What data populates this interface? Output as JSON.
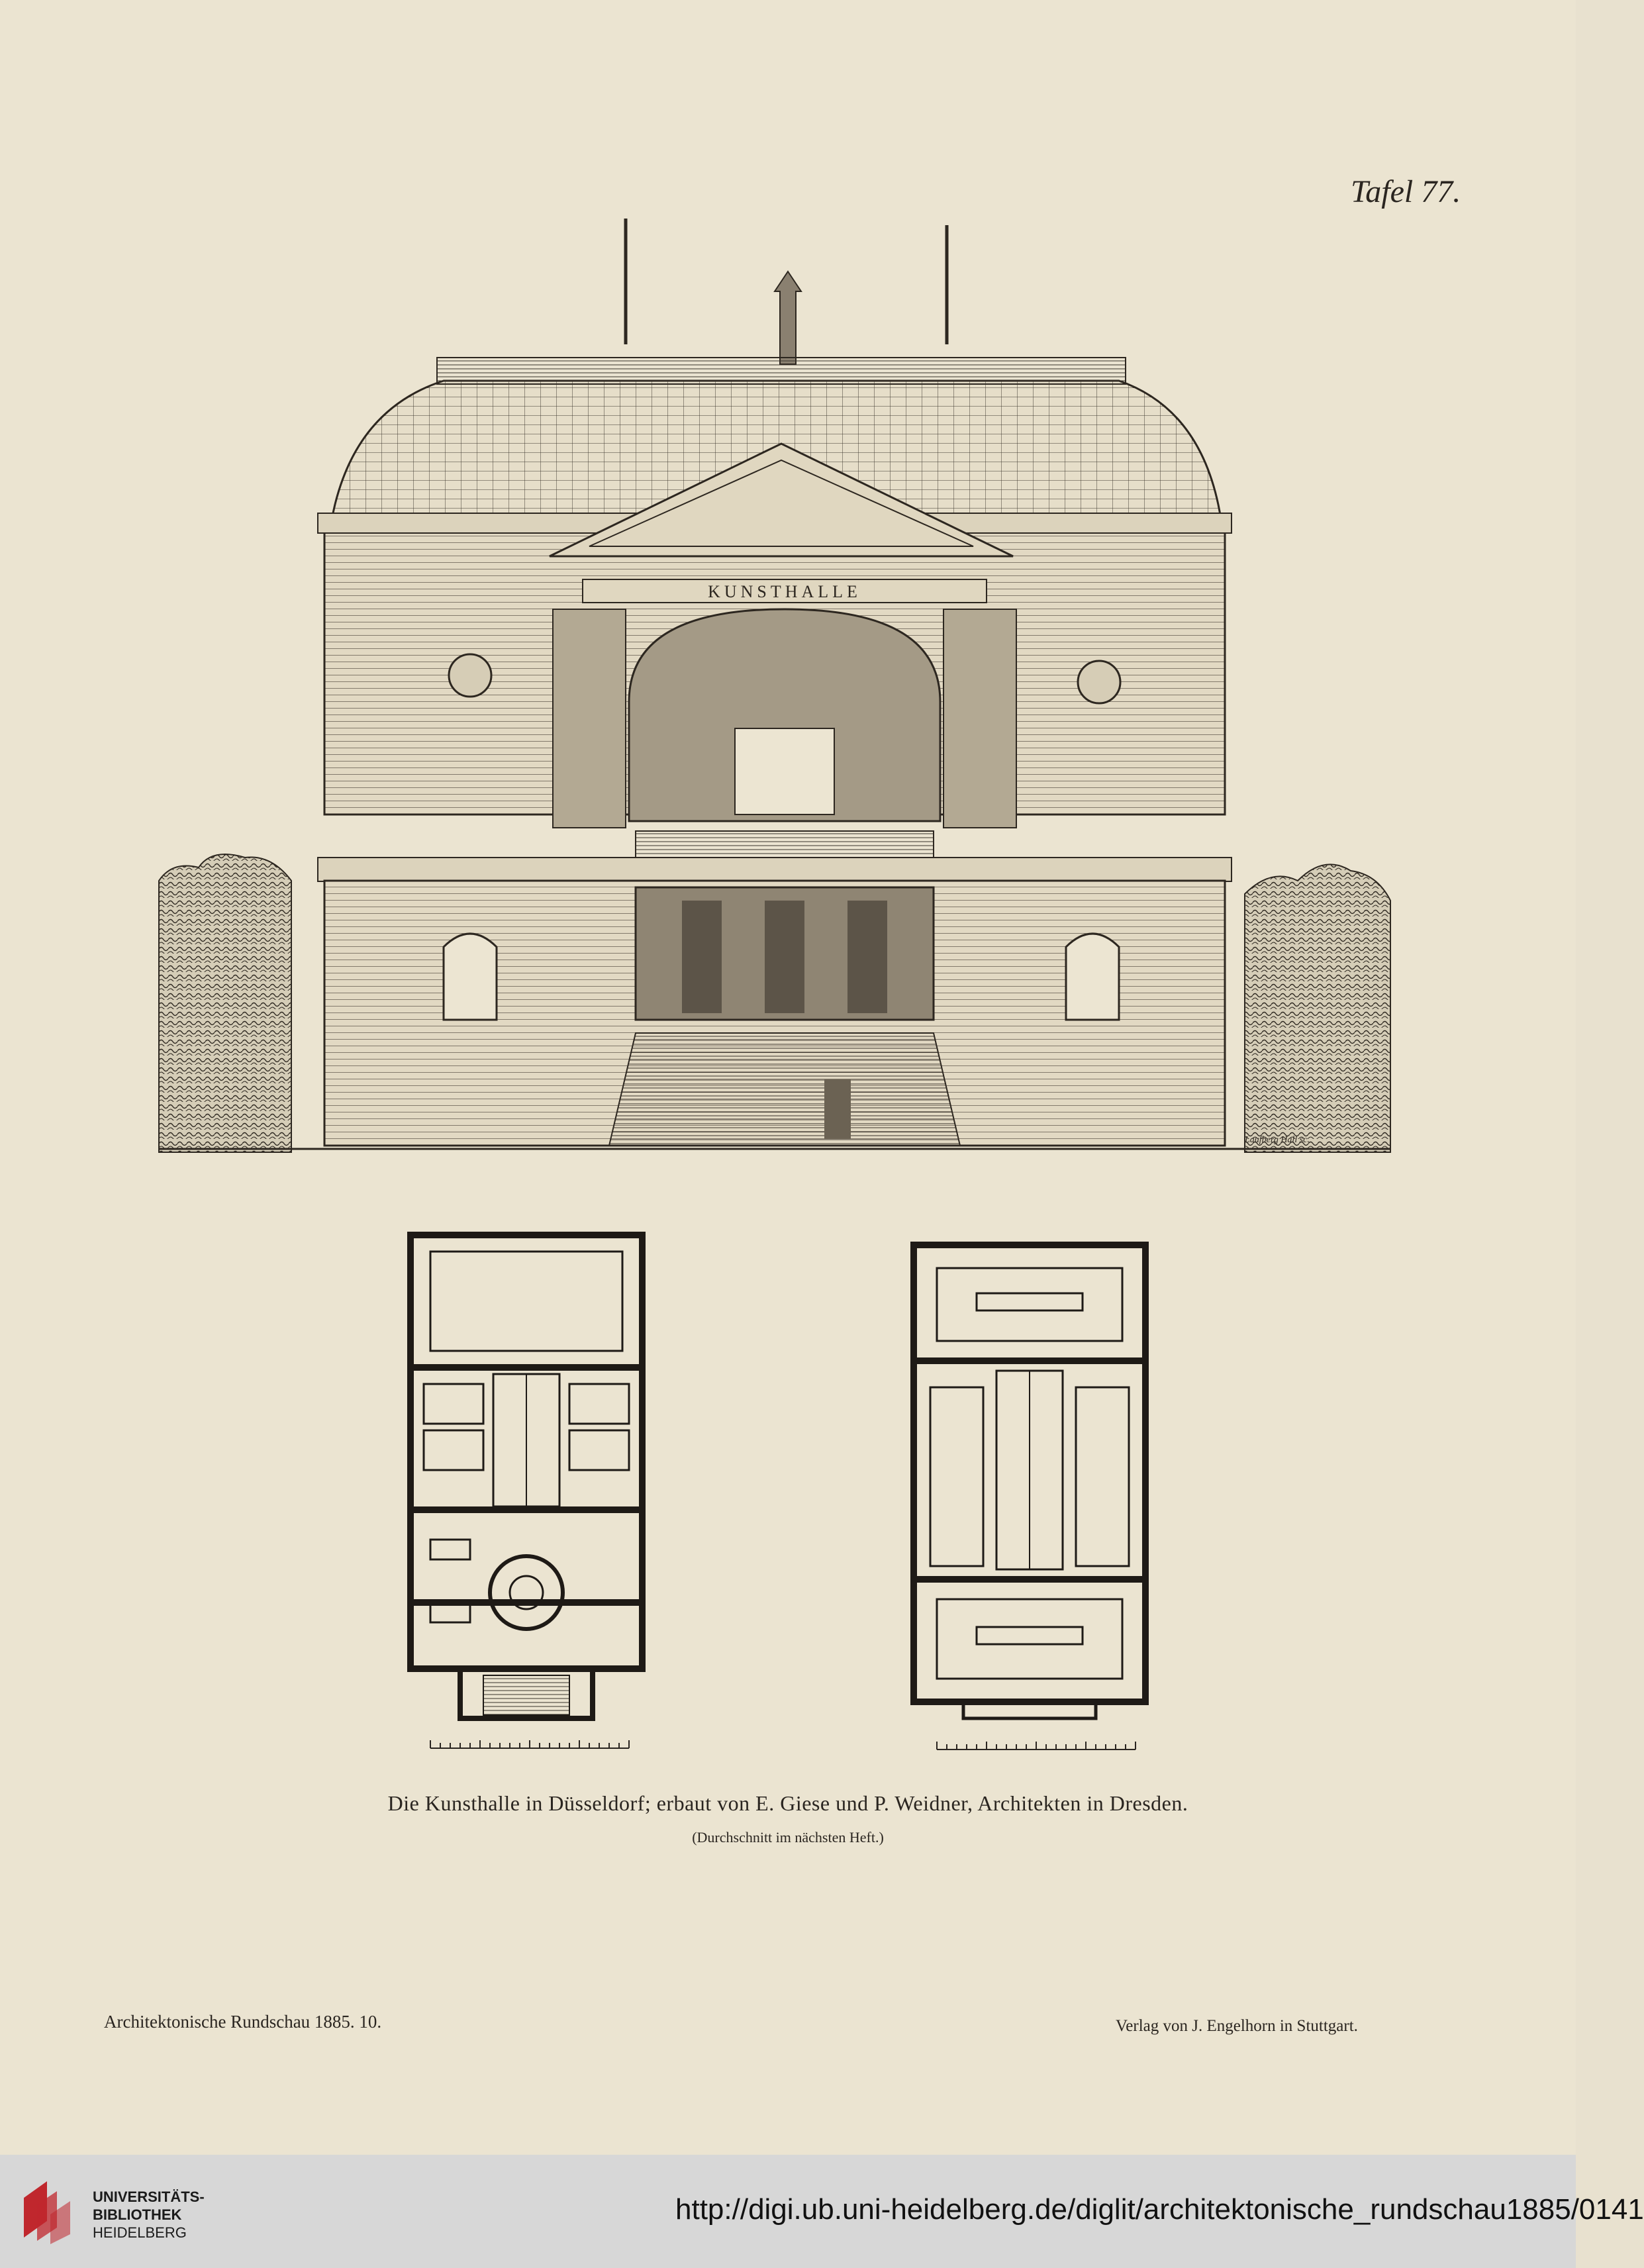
{
  "plate": {
    "number": "Tafel 77."
  },
  "illustration": {
    "signature": "Laufberg Hall sc."
  },
  "building": {
    "inscription": "KUNSTHALLE"
  },
  "caption": {
    "main": "Die Kunsthalle in Düsseldorf; erbaut von E. Giese und P. Weidner, Architekten in Dresden.",
    "sub": "(Durchschnitt im nächsten Heft.)"
  },
  "footer_page": {
    "left": "Architektonische Rundschau 1885. 10.",
    "right": "Verlag von J. Engelhorn in Stuttgart."
  },
  "library": {
    "line1": "UNIVERSITÄTS-",
    "line2": "BIBLIOTHEK",
    "line3": "HEIDELBERG",
    "url": "http://digi.ub.uni-heidelberg.de/diglit/architektonische_rundschau1885/0141",
    "accent": "#c0272d"
  }
}
